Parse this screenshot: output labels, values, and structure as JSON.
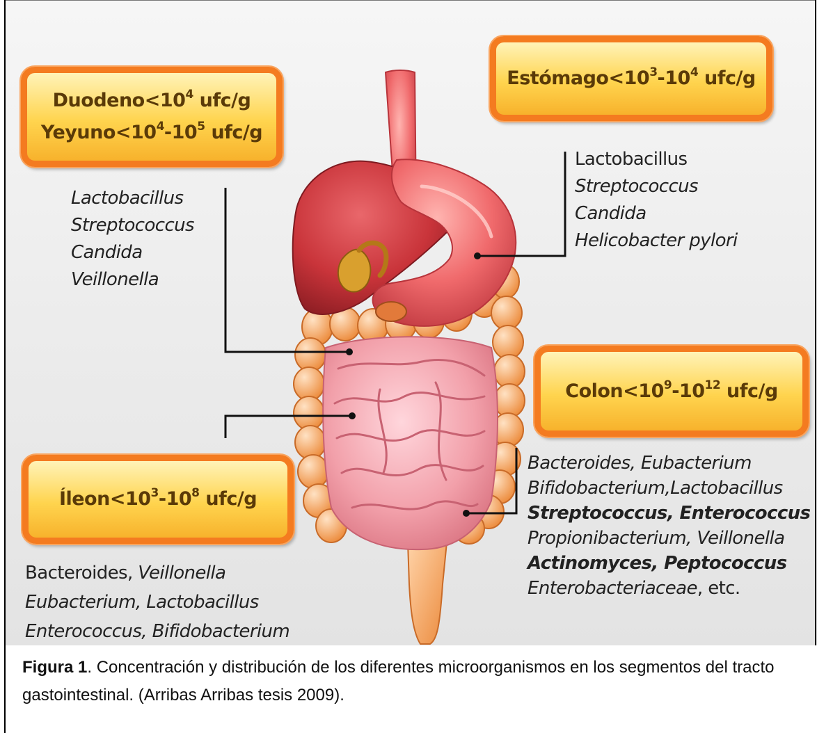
{
  "boxes": {
    "duodeno": {
      "line1": {
        "pre": "Duodeno<10",
        "exp": "4",
        "post": " ufc/g"
      },
      "line2": {
        "pre": "Yeyuno<10",
        "exp1": "4",
        "mid": "-10",
        "exp2": "5",
        "post": " ufc/g"
      }
    },
    "estomago": {
      "pre": "Estómago<10",
      "exp1": "3",
      "mid": "-10",
      "exp2": "4",
      "post": " ufc/g"
    },
    "colon": {
      "pre": "Colon<10",
      "exp1": "9",
      "mid": "-10",
      "exp2": "12",
      "post": " ufc/g"
    },
    "ileon": {
      "pre": "Íleon<10",
      "exp1": "3",
      "mid": "-10",
      "exp2": "8",
      "post": " ufc/g"
    }
  },
  "lists": {
    "duodeno": [
      "Lactobacillus",
      "Streptococcus",
      "Candida",
      "Veillonella"
    ],
    "estomago": [
      "Lactobacillus",
      "Streptococcus",
      "Candida",
      "Helicobacter pylori"
    ],
    "colon": {
      "l1a": "Bacteroides, Eubacterium",
      "l2a": "Bifidobacterium,Lactobacillus",
      "l3a": "Streptococcus,  Enterococcus",
      "l4a": "Propionibacterium, Veillonella",
      "l5a": "Actinomyces,  Peptococcus",
      "l6a": "Enterobacteriaceae",
      "l6b": ", etc."
    },
    "ileon": {
      "l1a": "Bacteroides, ",
      "l1b": "Veillonella",
      "l2a": "Eubacterium, Lactobacillus",
      "l3a": "Enterococcus, Bifidobacterium"
    }
  },
  "caption": {
    "label": "Figura 1",
    "text": ". Concentración y distribución de los diferentes microorganismos en los segmentos del tracto gastointestinal. (Arribas Arribas tesis 2009)."
  },
  "colors": {
    "box_border": "#f47b20",
    "box_fill": "#ffd44e",
    "box_text": "#5a3a08",
    "organ_red": "#c9343a",
    "stomach_pink": "#f06a6c",
    "intestine_pink": "#f2a0aa",
    "colon_orange": "#f5a05a"
  }
}
